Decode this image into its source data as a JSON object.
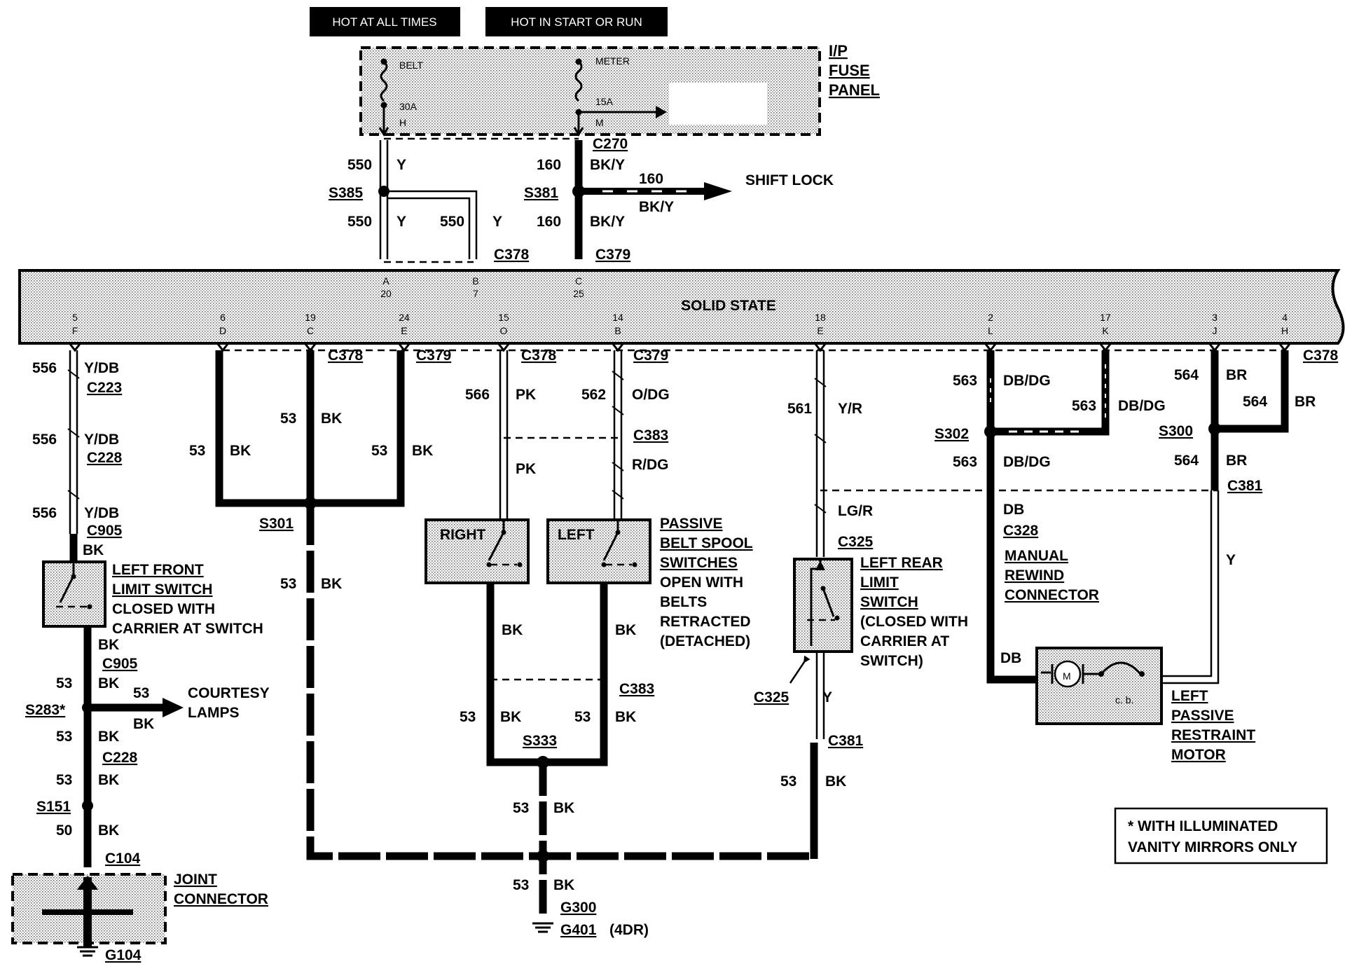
{
  "headers": {
    "hot_all_times": "HOT AT ALL TIMES",
    "hot_start_run": "HOT IN START OR RUN"
  },
  "fuse_panel": {
    "title_lines": [
      "I/P",
      "FUSE",
      "PANEL"
    ],
    "belt_label": "BELT",
    "belt_amp": "30A",
    "belt_pin": "H",
    "meter_label": "METER",
    "meter_amp": "15A",
    "meter_pin": "M"
  },
  "module": {
    "label": "SOLID STATE"
  },
  "module_pins_top": [
    {
      "letter": "A",
      "num": "20"
    },
    {
      "letter": "B",
      "num": "7"
    },
    {
      "letter": "C",
      "num": "25"
    }
  ],
  "module_pins_bottom": [
    {
      "num": "5",
      "letter": "F"
    },
    {
      "num": "6",
      "letter": "D"
    },
    {
      "num": "19",
      "letter": "C"
    },
    {
      "num": "24",
      "letter": "E"
    },
    {
      "num": "15",
      "letter": "O"
    },
    {
      "num": "14",
      "letter": "B"
    },
    {
      "num": "18",
      "letter": "E"
    },
    {
      "num": "2",
      "letter": "L"
    },
    {
      "num": "17",
      "letter": "K"
    },
    {
      "num": "3",
      "letter": "J"
    },
    {
      "num": "4",
      "letter": "H"
    }
  ],
  "connectors": {
    "c270": "C270",
    "c378": "C378",
    "c379": "C379",
    "c223": "C223",
    "c228": "C228",
    "c905": "C905",
    "c104": "C104",
    "c383": "C383",
    "c325": "C325",
    "c381": "C381",
    "c328": "C328"
  },
  "splices": {
    "s385": "S385",
    "s381": "S381",
    "s301": "S301",
    "s283": "S283*",
    "s151": "S151",
    "s333": "S333",
    "s302": "S302",
    "s300": "S300"
  },
  "grounds": {
    "g104": "G104",
    "g300": "G300",
    "g401": "G401",
    "g401_note": "(4DR)"
  },
  "circuits": {
    "n550": "550",
    "n160": "160",
    "n556": "556",
    "n53": "53",
    "n50": "50",
    "n566": "566",
    "n562": "562",
    "n561": "561",
    "n563": "563",
    "n564": "564"
  },
  "colors": {
    "y": "Y",
    "bky": "BK/Y",
    "ydb": "Y/DB",
    "bk": "BK",
    "pk": "PK",
    "odg": "O/DG",
    "rdg": "R/DG",
    "yr": "Y/R",
    "lgr": "LG/R",
    "dbdg": "DB/DG",
    "br": "BR",
    "db": "DB"
  },
  "components": {
    "shift_lock": "SHIFT LOCK",
    "courtesy_lamps": [
      "COURTESY",
      "LAMPS"
    ],
    "left_front_switch": [
      "LEFT FRONT",
      "LIMIT SWITCH",
      "CLOSED WITH",
      "CARRIER AT SWITCH"
    ],
    "joint_connector": [
      "JOINT",
      "CONNECTOR"
    ],
    "right": "RIGHT",
    "left": "LEFT",
    "spool_switches": [
      "PASSIVE",
      "BELT SPOOL",
      "SWITCHES",
      "OPEN WITH",
      "BELTS",
      "RETRACTED",
      "(DETACHED)"
    ],
    "left_rear_switch": [
      "LEFT REAR",
      "LIMIT",
      "SWITCH",
      "(CLOSED WITH",
      "CARRIER AT",
      "SWITCH)"
    ],
    "manual_rewind": [
      "MANUAL",
      "REWIND",
      "CONNECTOR"
    ],
    "motor": [
      "LEFT",
      "PASSIVE",
      "RESTRAINT",
      "MOTOR"
    ],
    "motor_m": "M",
    "motor_cb": "c. b."
  },
  "note": [
    "* WITH ILLUMINATED",
    "VANITY MIRRORS ONLY"
  ]
}
